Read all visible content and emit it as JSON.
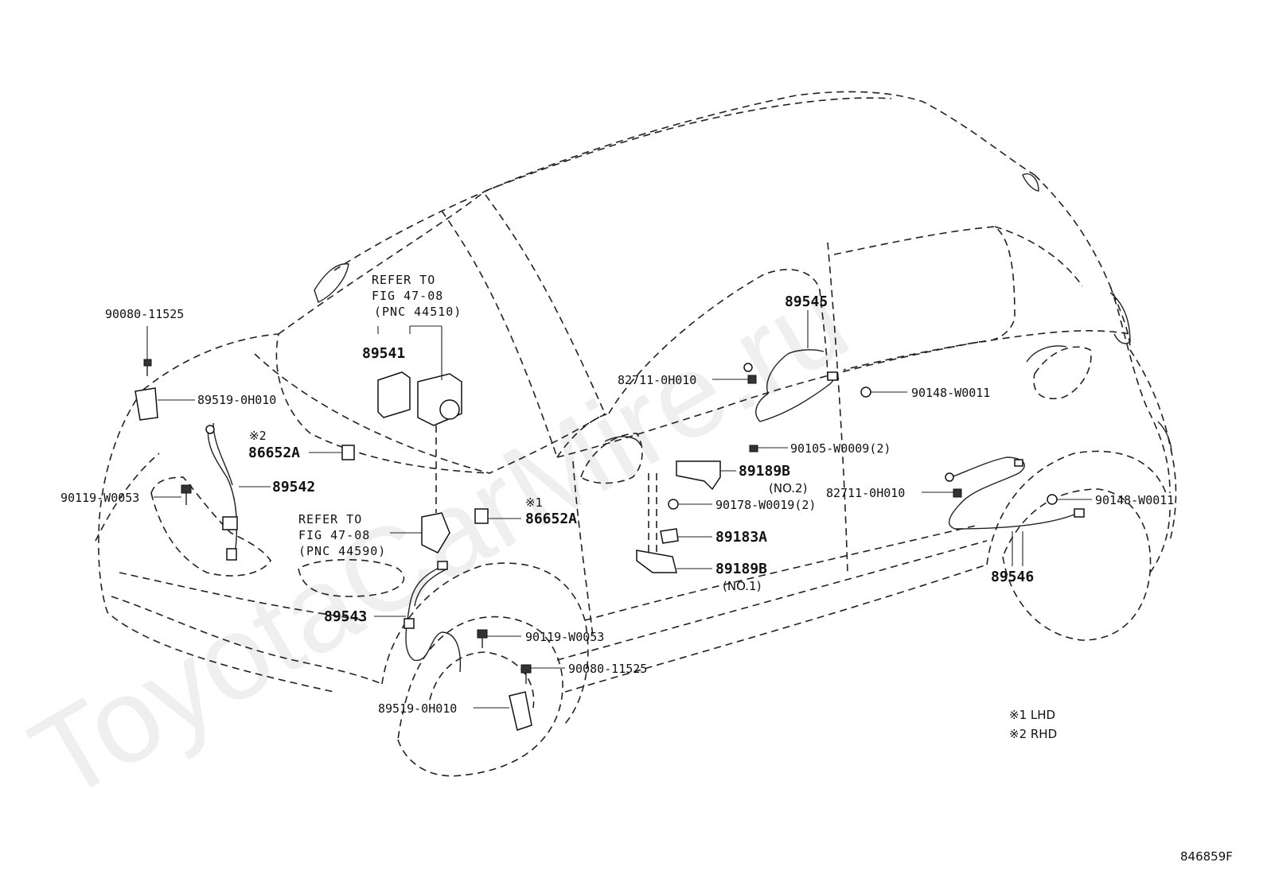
{
  "watermark": "ToyotaCarMire.ru",
  "diagram_code": "846859F",
  "notes": {
    "lhd": "※1 LHD",
    "rhd": "※2 RHD"
  },
  "refs": {
    "top": [
      "REFER TO",
      "FIG 47-08",
      "(PNC 44510)"
    ],
    "mid": [
      "REFER TO",
      "FIG 47-08",
      "(PNC 44590)"
    ]
  },
  "markers": {
    "m1": "※1",
    "m2": "※2"
  },
  "parts": {
    "p_90080_11525_a": "90080-11525",
    "p_89519_0h010_a": "89519-0H010",
    "p_86652a_a": "86652A",
    "p_89542": "89542",
    "p_90119_w0053_a": "90119-W0053",
    "p_89541": "89541",
    "p_86652a_b": "86652A",
    "p_89543": "89543",
    "p_90119_w0053_b": "90119-W0053",
    "p_90080_11525_b": "90080-11525",
    "p_89519_0h010_b": "89519-0H010",
    "p_89545": "89545",
    "p_82711_0h010_a": "82711-0H010",
    "p_90148_w0011_a": "90148-W0011",
    "p_90105_w0009": "90105-W0009(2)",
    "p_89189b_a": "89189B",
    "p_no2": "(NO.2)",
    "p_82711_0h010_b": "82711-0H010",
    "p_90148_w0011_b": "90148-W0011",
    "p_90178_w0019": "90178-W0019(2)",
    "p_89183a": "89183A",
    "p_89189b_b": "89189B",
    "p_no1": "(NO.1)",
    "p_89546": "89546"
  }
}
